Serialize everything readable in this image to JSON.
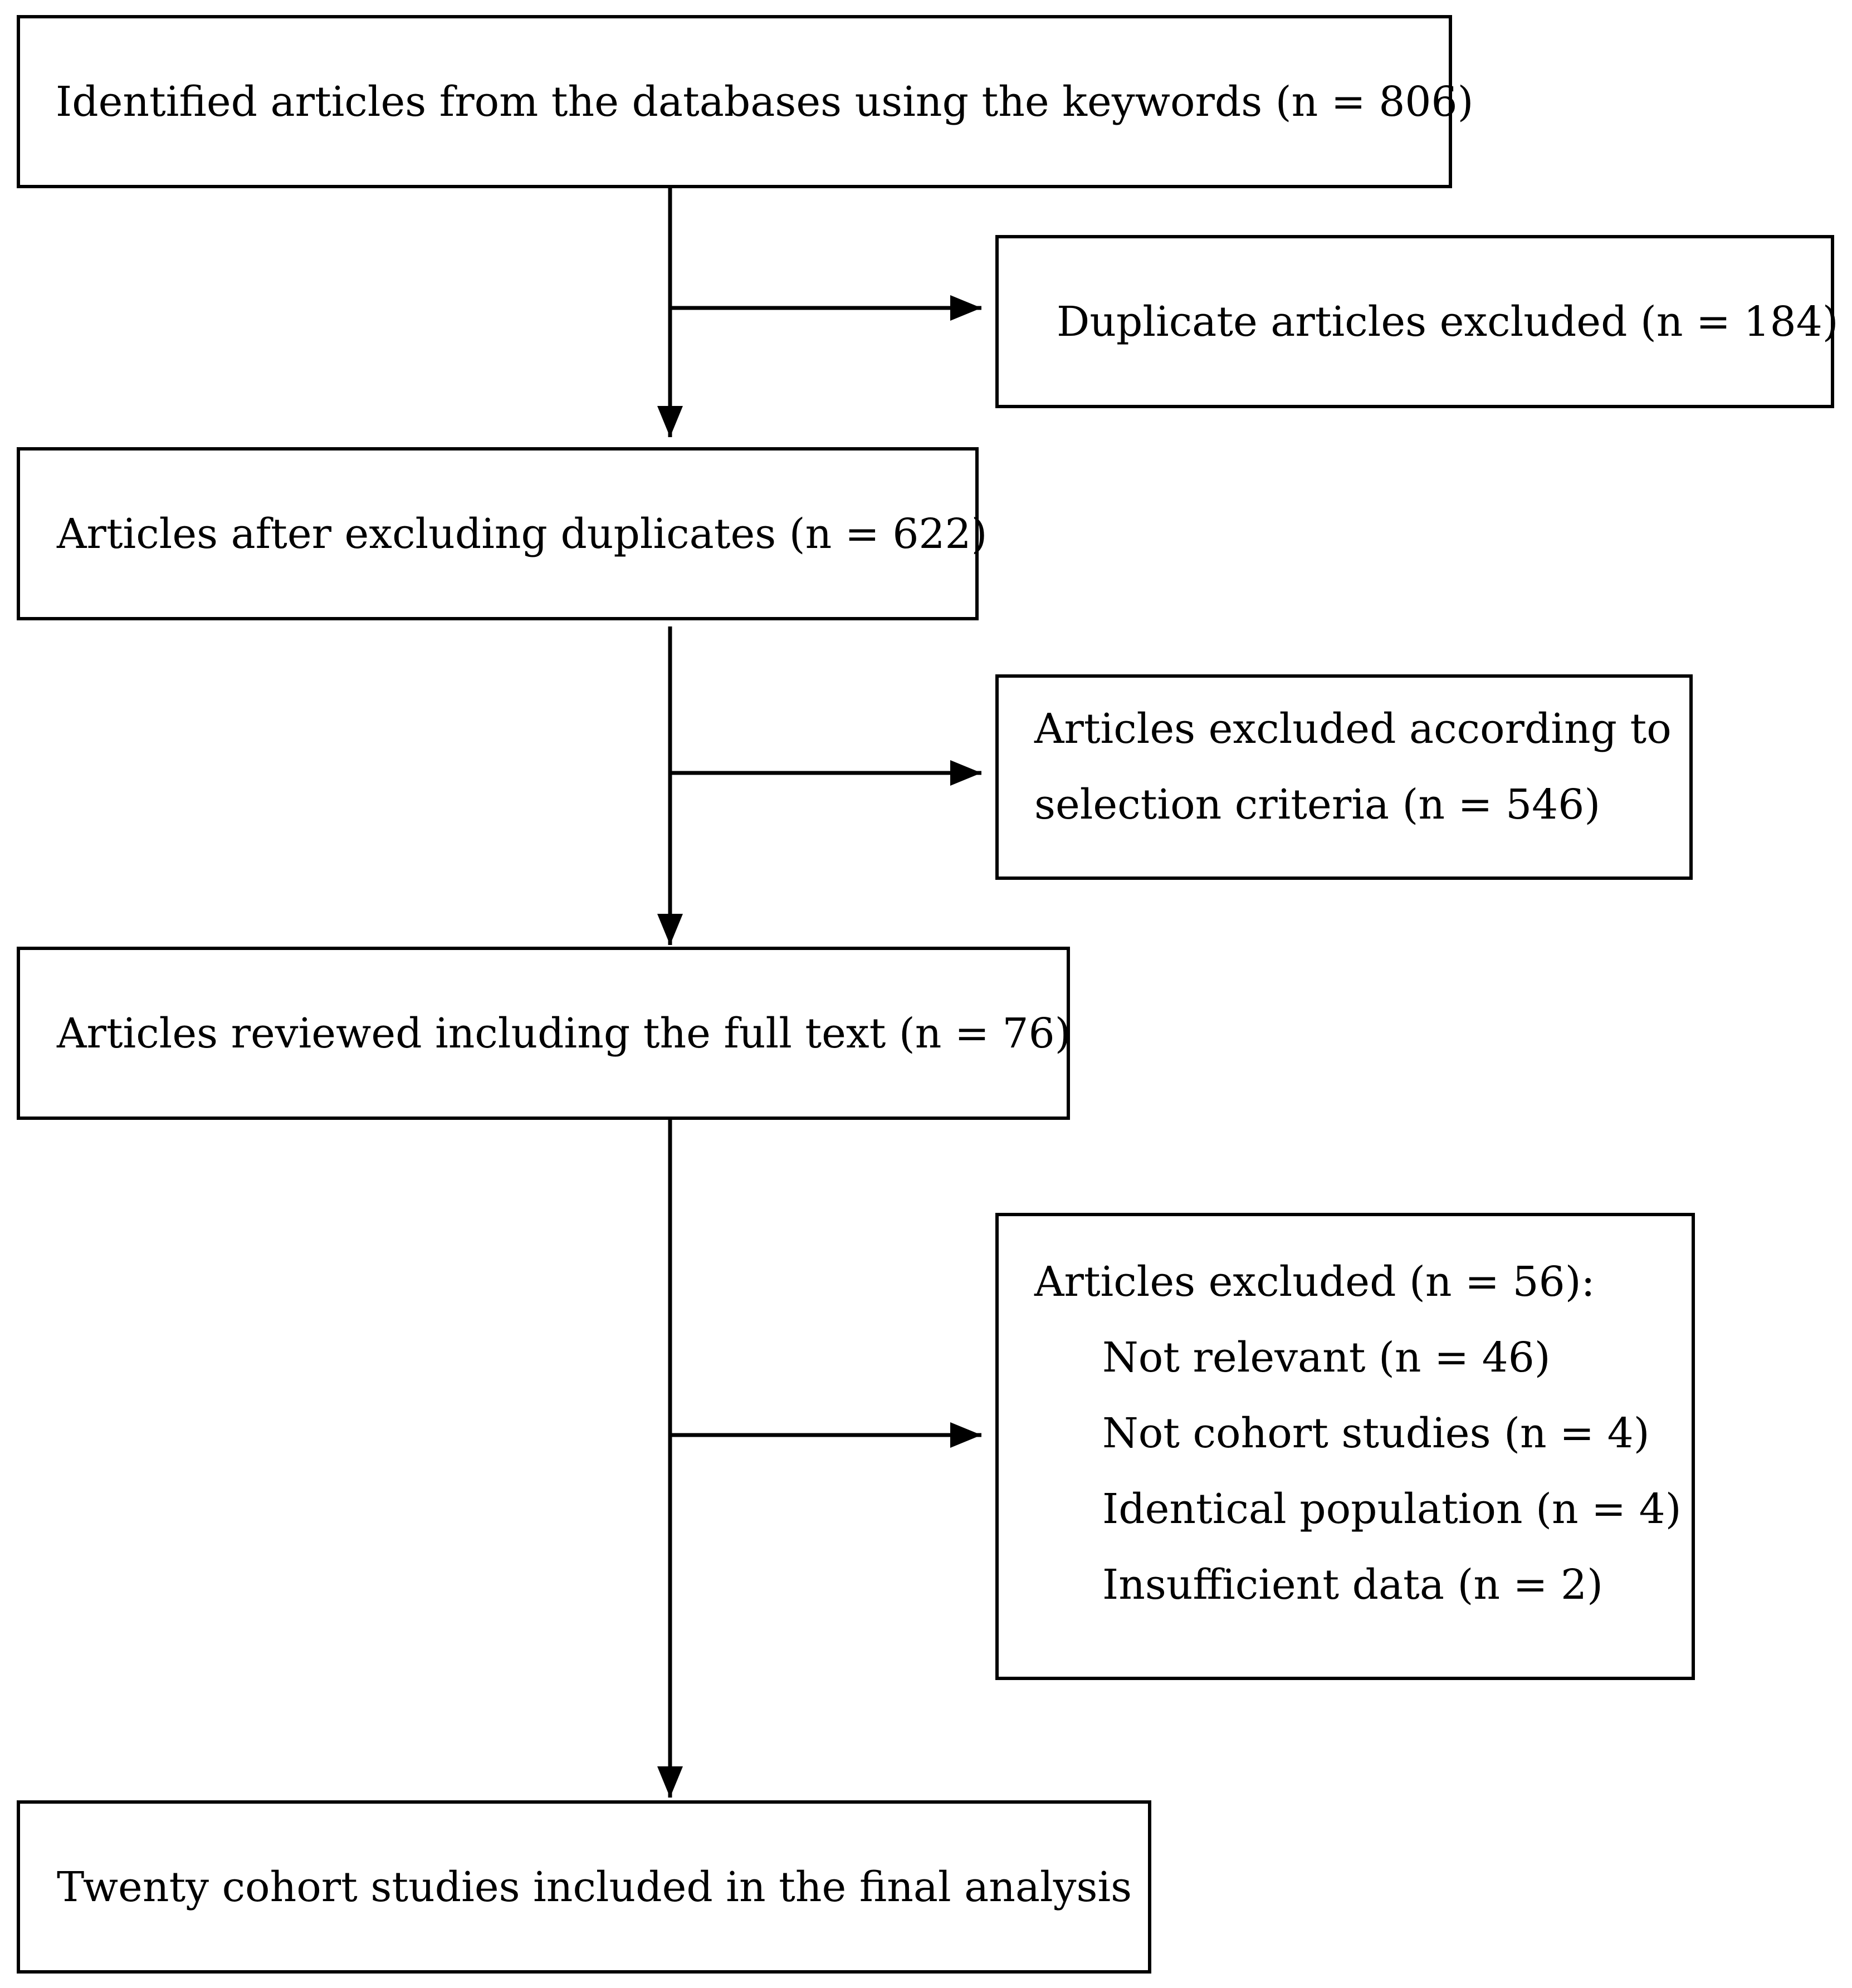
{
  "flow": {
    "identified": "Identified articles from the databases using the keywords (n = 806)",
    "duplicates_excluded": "Duplicate articles excluded (n = 184)",
    "after_duplicates": "Articles after excluding duplicates (n = 622)",
    "criteria_excluded": {
      "line1": "Articles excluded according to",
      "line2": "selection criteria (n = 546)"
    },
    "full_text_reviewed": "Articles reviewed including the full text (n = 76)",
    "full_text_excluded": {
      "heading": "Articles excluded (n = 56):",
      "reasons": [
        "Not relevant (n = 46)",
        "Not cohort studies (n = 4)",
        "Identical population (n = 4)",
        "Insufficient data (n = 2)"
      ]
    },
    "final": "Twenty cohort studies included in the final analysis"
  },
  "colors": {
    "stroke": "#000000",
    "background": "#ffffff"
  }
}
